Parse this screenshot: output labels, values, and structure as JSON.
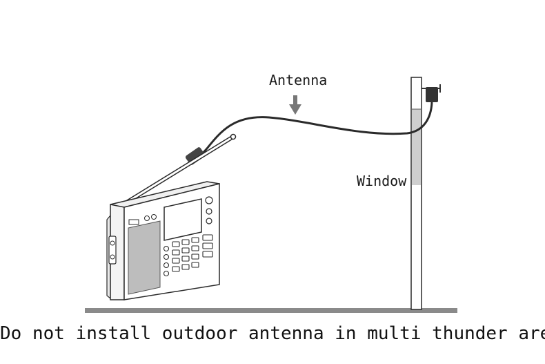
{
  "labels": {
    "antenna": "Antenna",
    "window": "Window"
  },
  "caption": "Do not install outdoor antenna in multi thunder area",
  "colors": {
    "line": "#2a2a2a",
    "ground": "#8a8a8a",
    "window_shade": "#cfcfcf"
  }
}
